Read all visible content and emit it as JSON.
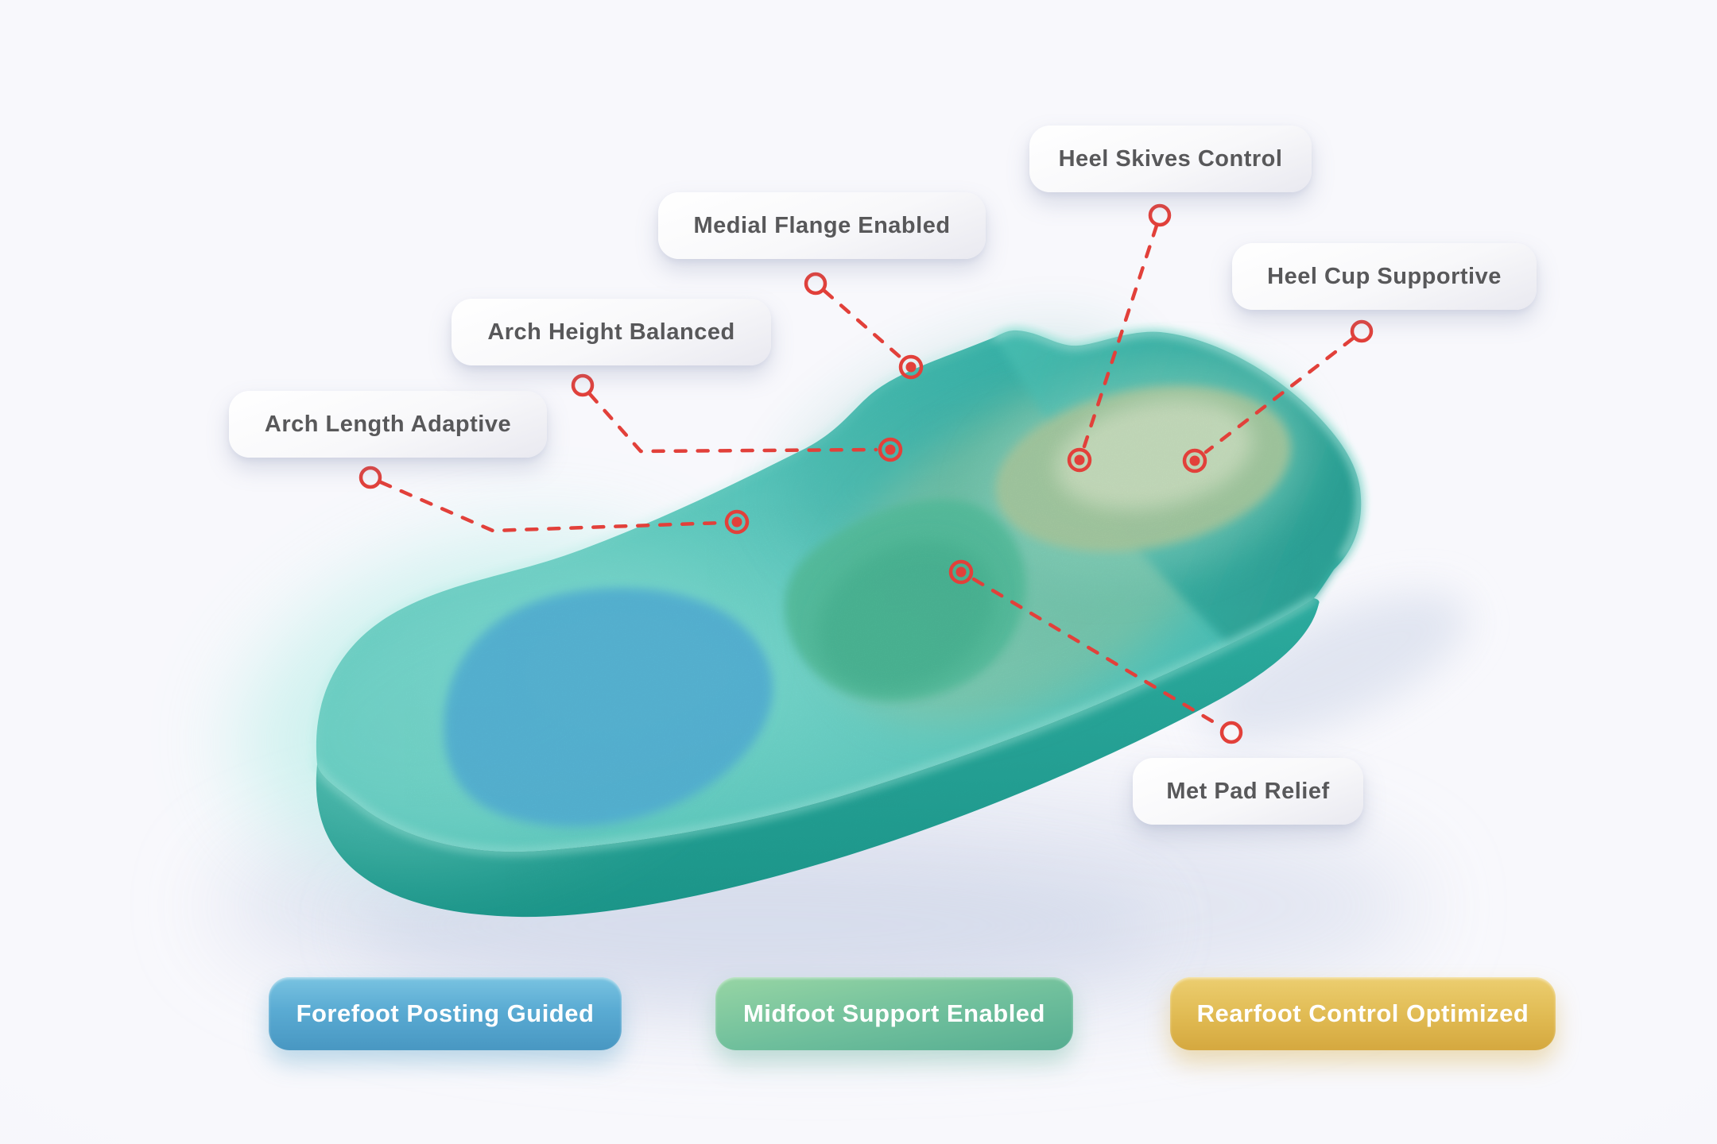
{
  "callouts": [
    {
      "id": "arch-length-adaptive",
      "label": "Arch Length Adaptive"
    },
    {
      "id": "arch-height-balanced",
      "label": "Arch Height Balanced"
    },
    {
      "id": "medial-flange-enabled",
      "label": "Medial Flange Enabled"
    },
    {
      "id": "heel-skives-control",
      "label": "Heel Skives Control"
    },
    {
      "id": "heel-cup-supportive",
      "label": "Heel Cup Supportive"
    },
    {
      "id": "met-pad-relief",
      "label": "Met Pad Relief"
    }
  ],
  "status_buttons": [
    {
      "id": "forefoot",
      "label": "Forefoot Posting Guided",
      "color": "#55a7d0"
    },
    {
      "id": "midfoot",
      "label": "Midfoot Support Enabled",
      "color": "#6cbc9b"
    },
    {
      "id": "rearfoot",
      "label": "Rearfoot Control Optimized",
      "color": "#debb55"
    }
  ],
  "colors": {
    "marker_red": "#e2403a",
    "insole_teal": "#4cc6bb",
    "wall_teal": "#28ab9e",
    "zone_forefoot_blue": "#55b5da",
    "zone_midfoot_green": "#57c2a0",
    "zone_heel_sage": "#c6dfbc",
    "background": "#f6f7fb"
  }
}
